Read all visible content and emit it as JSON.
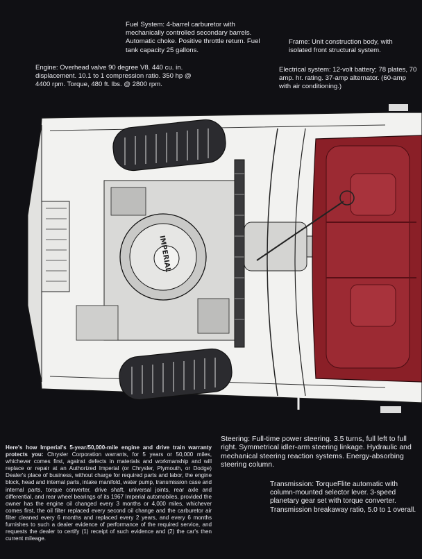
{
  "captions": {
    "fuel": "Fuel System: 4-barrel carburetor with mechanically controlled secondary barrels. Automatic choke. Positive throttle return. Fuel tank capacity 25 gallons.",
    "frame": "Frame: Unit construction body, with isolated front structural system.",
    "engine": "Engine: Overhead valve 90 degree V8. 440 cu. in. displacement. 10.1 to 1 compression ratio. 350 hp @ 4400 rpm. Torque, 480 ft. lbs. @ 2800 rpm.",
    "electrical": "Electrical system: 12-volt battery; 78 plates, 70 amp. hr. rating. 37-amp alternator. (60-amp with air conditioning.)",
    "steering": "Steering: Full-time power steering. 3.5 turns, full left to full right. Symmetrical idler-arm steering linkage. Hydraulic and mechanical steering reaction systems. Energy-absorbing steering column.",
    "transmission": "Transmission: TorqueFlite automatic with column-mounted selector lever. 3-speed planetary gear set with torque converter. Transmission breakaway ratio, 5.0 to 1 overall."
  },
  "warranty": {
    "heading": "Here's how Imperial's 5-year/50,000-mile engine and drive train warranty protects you:",
    "body": "Chrysler Corporation warrants, for 5 years or 50,000 miles, whichever comes first, against defects in materials and workmanship and will replace or repair at an Authorized Imperial (or Chrysler, Plymouth, or Dodge) Dealer's place of business, without charge for required parts and labor, the engine block, head and internal parts, intake manifold, water pump, transmission case and internal parts, torque converter, drive shaft, universal joints, rear axle and differential, and rear wheel bearings of its 1967 Imperial automobiles, provided the owner has the engine oil changed every 3 months or 4,000 miles, whichever comes first, the oil filter replaced every second oil change and the carburetor air filter cleaned every 6 months and replaced every 2 years, and every 6 months furnishes to such a dealer evidence of performance of the required service, and requests the dealer to certify (1) receipt of such evidence and (2) the car's then current mileage."
  },
  "illustration": {
    "air_cleaner_lettering": "IMPERIAL",
    "colors": {
      "background": "#101014",
      "line_art": "#e8e8ea",
      "seat": "#8a1f27",
      "seat_shadow": "#5a0f16",
      "tire": "#2b2b2f"
    }
  }
}
